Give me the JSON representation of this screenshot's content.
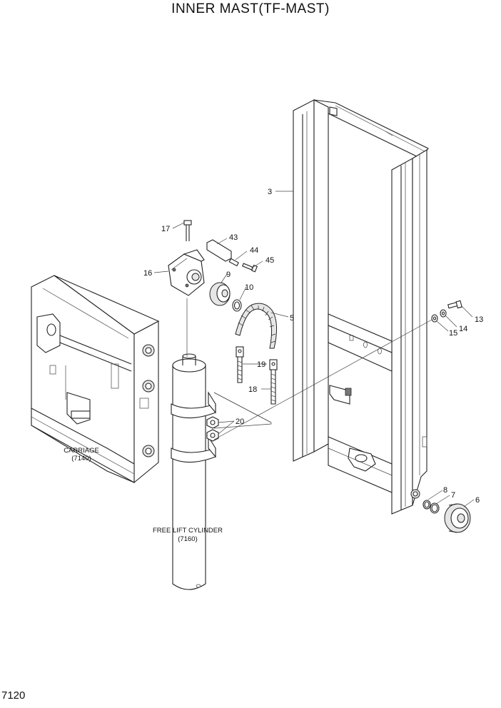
{
  "title": "INNER MAST(TF-MAST)",
  "page_number": "7120",
  "references": {
    "carriage_name": "CARRIAGE",
    "carriage_code": "(7140)",
    "cylinder_name": "FREE LIFT CYLINDER",
    "cylinder_code": "(7160)"
  },
  "callouts": {
    "c3": "3",
    "c5": "5",
    "c6": "6",
    "c7": "7",
    "c8": "8",
    "c9": "9",
    "c10": "10",
    "c13": "13",
    "c14": "14",
    "c15": "15",
    "c16": "16",
    "c17": "17",
    "c18": "18",
    "c19": "19",
    "c20": "20",
    "c43": "43",
    "c44": "44",
    "c45": "45"
  }
}
